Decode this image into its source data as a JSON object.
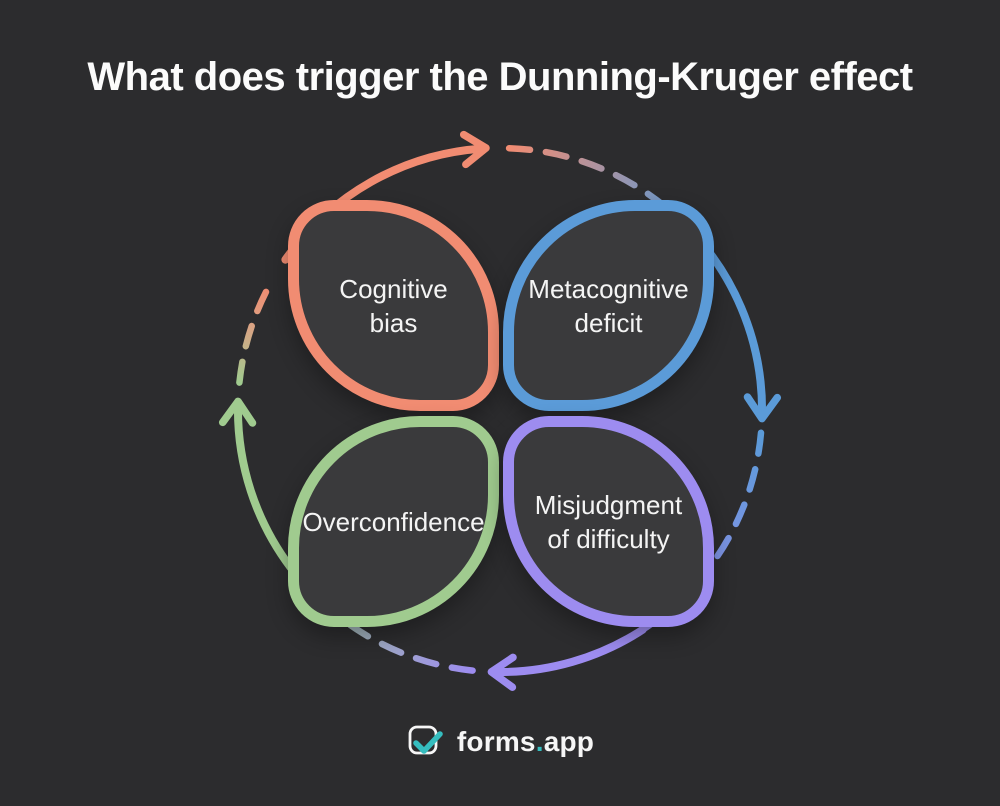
{
  "title": "What does trigger the Dunning-Kruger effect",
  "colors": {
    "background": "#2C2C2E",
    "petal_fill": "#3A3A3C",
    "text": "#F4F4F4",
    "salmon": "#F18C72",
    "blue": "#5B9BD8",
    "green": "#A0CB8F",
    "purple": "#9D8CF0",
    "tan": "#D8A585",
    "teal": "#35BDBF",
    "white": "#F6F6F6"
  },
  "petals": [
    {
      "id": "cognitive-bias",
      "label": "Cognitive\nbias",
      "color": "#F18C72",
      "position": "top-left"
    },
    {
      "id": "metacognitive-deficit",
      "label": "Metacognitive\ndeficit",
      "color": "#5B9BD8",
      "position": "top-right"
    },
    {
      "id": "overconfidence",
      "label": "Overconfidence",
      "color": "#A0CB8F",
      "position": "bottom-left"
    },
    {
      "id": "misjudgment-of-difficulty",
      "label": "Misjudgment\nof difficulty",
      "color": "#9D8CF0",
      "position": "bottom-right"
    }
  ],
  "cycle": {
    "direction": "clockwise",
    "arrows": [
      {
        "id": "top-arrow",
        "color": "#F18C72",
        "points": "right"
      },
      {
        "id": "right-arrow",
        "color": "#5B9BD8",
        "points": "down"
      },
      {
        "id": "bottom-arrow",
        "color": "#9D8CF0",
        "points": "left"
      },
      {
        "id": "left-arrow",
        "color": "#A0CB8F",
        "points": "up"
      }
    ]
  },
  "watermark": {
    "brand": "forms",
    "dot": ".",
    "tld": "app"
  }
}
